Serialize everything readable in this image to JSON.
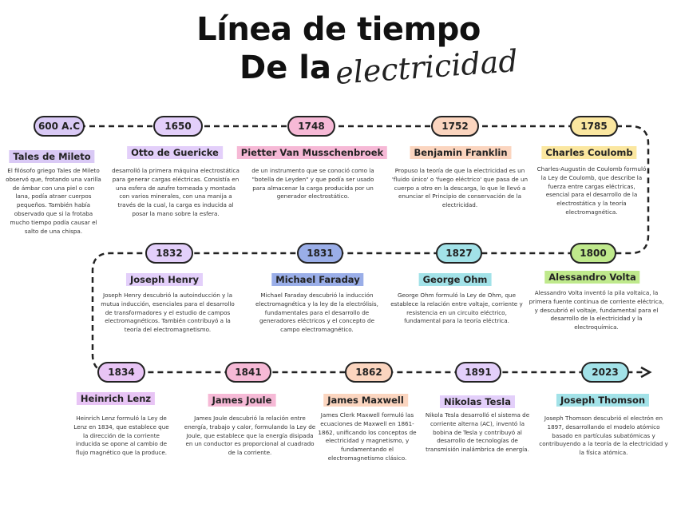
{
  "title": {
    "line1": "Línea de tiempo",
    "line2": "De la",
    "script": "electricidad"
  },
  "events": [
    {
      "year": "600 A.C",
      "name": "Tales de Mileto",
      "color": "#d9c9f5",
      "desc": "El filósofo griego Tales de Mileto observó que, frotando una varilla de ámbar con una piel o con lana, podía atraer cuerpos pequeños. También había observado que si la frotaba mucho tiempo podía causar el salto de una chispa."
    },
    {
      "year": "1650",
      "name": "Otto de Guericke",
      "color": "#e3cffa",
      "desc": "desarrolló la primera máquina electrostática para generar cargas eléctricas. Consistía en una esfera de azufre torneada y montada con varios minerales, con una manija a través de la cual, la carga es inducida al posar la mano sobre la esfera."
    },
    {
      "year": "1748",
      "name": "Pietter Van Musschenbroek",
      "color": "#f6b9d6",
      "desc": "de un instrumento que se conoció como la \"botella de Leyden\" y que podía ser usado para almacenar la carga producida por un generador electrostático."
    },
    {
      "year": "1752",
      "name": "Benjamin Franklin",
      "color": "#fbd5bf",
      "desc": "Propuso la teoría de que la electricidad es un 'fluido único' o 'fuego eléctrico' que pasa de un cuerpo a otro en la descarga, lo que le llevó a enunciar el Principio de conservación de la electricidad."
    },
    {
      "year": "1785",
      "name": "Charles Coulomb",
      "color": "#fbe7a0",
      "desc": "Charles-Augustin de Coulomb formuló la Ley de Coulomb, que describe la fuerza entre cargas eléctricas, esencial para el desarrollo de la electrostática y la teoría electromagnética."
    },
    {
      "year": "1832",
      "name": "Joseph  Henry",
      "color": "#e3cffa",
      "desc": "Joseph Henry descubrió la autoinducción y la mutua inducción, esenciales para el desarrollo de transformadores y el estudio de campos electromagnéticos. También contribuyó a la teoría del electromagnetismo."
    },
    {
      "year": "1831",
      "name": "Michael Faraday",
      "color": "#9aaee8",
      "desc": "Michael Faraday descubrió la inducción electromagnética y la ley de la electrólisis, fundamentales para el desarrollo de generadores eléctricos y el concepto de campo electromagnético."
    },
    {
      "year": "1827",
      "name": "George Ohm",
      "color": "#a2e2e8",
      "desc": "George Ohm formuló la Ley de Ohm, que establece la relación entre voltaje, corriente y resistencia en un circuito eléctrico, fundamental para la teoría eléctrica."
    },
    {
      "year": "1800",
      "name": "Alessandro Volta",
      "color": "#bfe98c",
      "desc": "Alessandro Volta inventó la pila voltaica, la primera fuente continua de corriente eléctrica, y descubrió el voltaje, fundamental para el desarrollo de la electricidad y la electroquímica."
    },
    {
      "year": "1834",
      "name": "Heinrich Lenz",
      "color": "#e8c4f5",
      "desc": "Heinrich Lenz formuló la Ley de Lenz en 1834, que establece que la dirección de la corriente inducida se opone al cambio de flujo magnético que la produce."
    },
    {
      "year": "1841",
      "name": "James Joule",
      "color": "#f6b9d6",
      "desc": "James Joule descubrió la relación entre energía, trabajo y calor, formulando la Ley de Joule, que establece que la energía disipada en un conductor es proporcional al cuadrado de la corriente."
    },
    {
      "year": "1862",
      "name": "James Maxwell",
      "color": "#fbd5bf",
      "desc": "James Clerk Maxwell formuló las ecuaciones de Maxwell en 1861-1862, unificando los conceptos de electricidad y magnetismo, y fundamentando el electromagnetismo clásico."
    },
    {
      "year": "1891",
      "name": "Nikolas Tesla",
      "color": "#e3cffa",
      "desc": "Nikola Tesla desarrolló el sistema de corriente alterna (AC), inventó la bobina de Tesla y contribuyó al desarrollo de tecnologías de transmisión inalámbrica de energía."
    },
    {
      "year": "2023",
      "name": "Joseph Thomson",
      "color": "#a2e2e8",
      "desc": "Joseph Thomson descubrió el electrón en 1897, desarrollando el modelo atómico basado en partículas subatómicas y contribuyendo a la teoría de la electricidad y la física atómica."
    }
  ]
}
